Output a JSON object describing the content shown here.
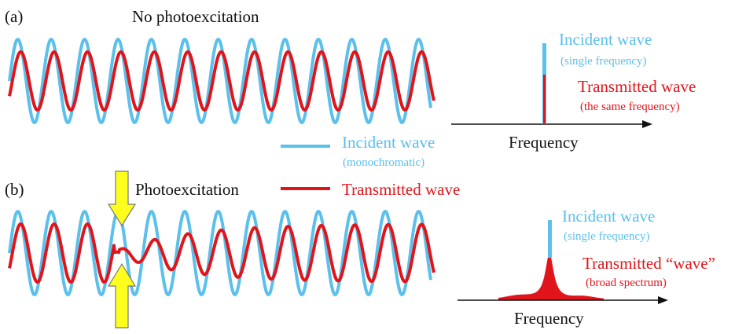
{
  "colors": {
    "incident": "#5bc0eb",
    "transmitted": "#e0151b",
    "arrow_fill": "#ffff1e",
    "arrow_stroke": "#777777",
    "axis": "#111111"
  },
  "panel_a": {
    "label": "(a)",
    "title": "No photoexcitation",
    "spectrum": {
      "incident_label": "Incident wave",
      "incident_sub": "(single frequency)",
      "transmitted_label": "Transmitted wave",
      "transmitted_sub": "(the same frequency)",
      "axis_label": "Frequency"
    }
  },
  "panel_b": {
    "label": "(b)",
    "title": "Photoexcitation",
    "spectrum": {
      "incident_label": "Incident wave",
      "incident_sub": "(single frequency)",
      "transmitted_label": "Transmitted “wave”",
      "transmitted_sub": "(broad spectrum)",
      "axis_label": "Frequency"
    }
  },
  "legend": {
    "incident_label": "Incident wave",
    "incident_sub": "(monochromatic)",
    "transmitted_label": "Transmitted wave"
  },
  "icons": {
    "pump_arrow_top": "arrow-down-icon",
    "pump_arrow_bottom": "arrow-up-icon"
  }
}
